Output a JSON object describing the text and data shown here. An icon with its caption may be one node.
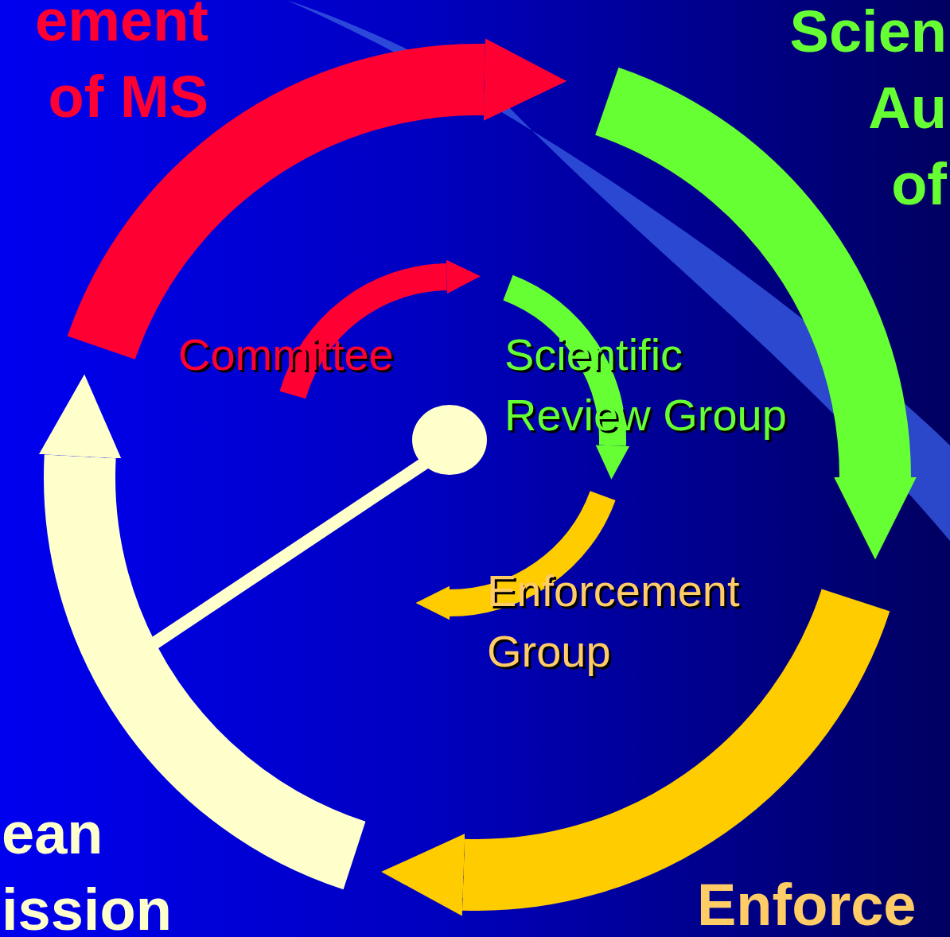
{
  "diagram": {
    "labels": [
      "ement of MS",
      "Scien Au of",
      "Committee",
      "Scientific Review Group",
      "Enforcement Group",
      "ean ission",
      "Enforce"
    ]
  }
}
